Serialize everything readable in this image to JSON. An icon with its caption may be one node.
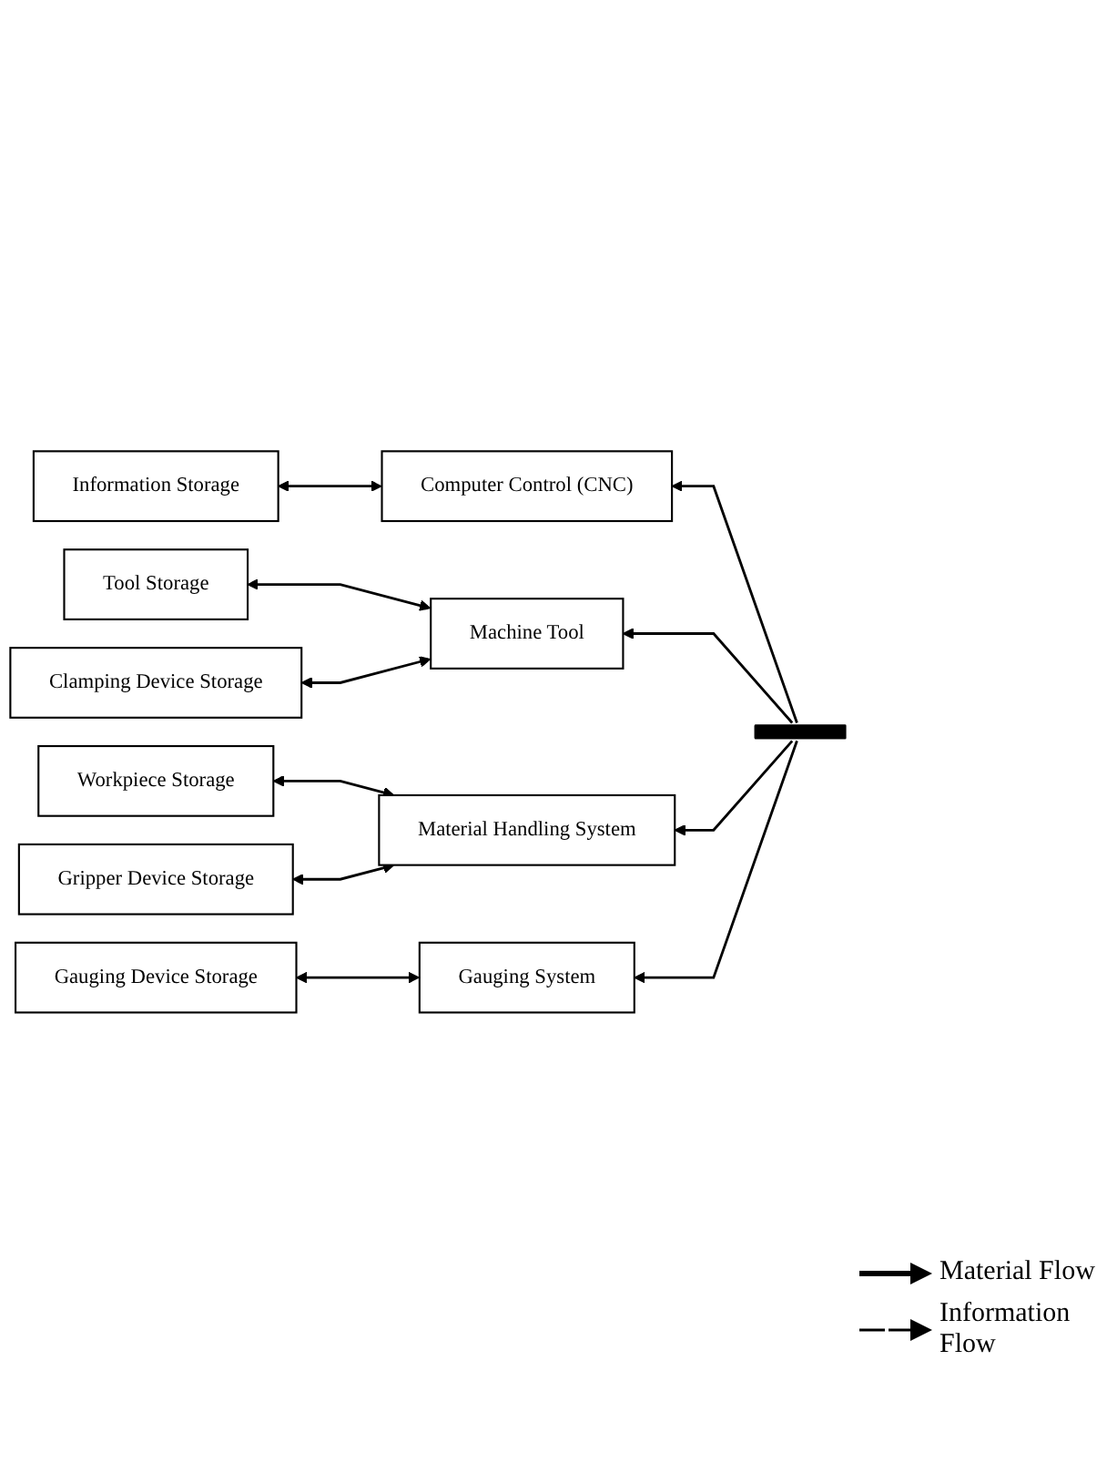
{
  "diagram": {
    "nodes": [
      {
        "text": [
          "Information Storage"
        ]
      },
      {
        "text": [
          "Computer Control (CNC)"
        ]
      },
      {
        "text": [
          "Tool Storage"
        ]
      },
      {
        "text": [
          "Machine Tool"
        ]
      },
      {
        "text": [
          "Clamping Device Storage"
        ]
      },
      {
        "text": [
          "Workpiece Storage"
        ]
      },
      {
        "text": [
          "Material Handling System"
        ]
      },
      {
        "text": [
          "Gripper Device Storage"
        ]
      },
      {
        "text": [
          "Gauging Device Storage"
        ]
      },
      {
        "text": [
          "Gauging System"
        ]
      },
      {
        "text": [],
        "shape": "bar"
      }
    ],
    "edges": [
      {
        "from": 0,
        "to": 1,
        "arrow": "both"
      },
      {
        "from": 2,
        "to": 3,
        "arrow": "both"
      },
      {
        "from": 4,
        "to": 3,
        "arrow": "both"
      },
      {
        "from": 5,
        "to": 6,
        "arrow": "both"
      },
      {
        "from": 7,
        "to": 6,
        "arrow": "both"
      },
      {
        "from": 8,
        "to": 9,
        "arrow": "both"
      },
      {
        "from": 10,
        "to": 1,
        "arrow": "to"
      },
      {
        "from": 10,
        "to": 3,
        "arrow": "to"
      },
      {
        "from": 10,
        "to": 6,
        "arrow": "to"
      },
      {
        "from": 10,
        "to": 9,
        "arrow": "to"
      }
    ],
    "legend": [
      {
        "text": "Material Flow"
      },
      {
        "text": "Information Flow"
      }
    ]
  }
}
